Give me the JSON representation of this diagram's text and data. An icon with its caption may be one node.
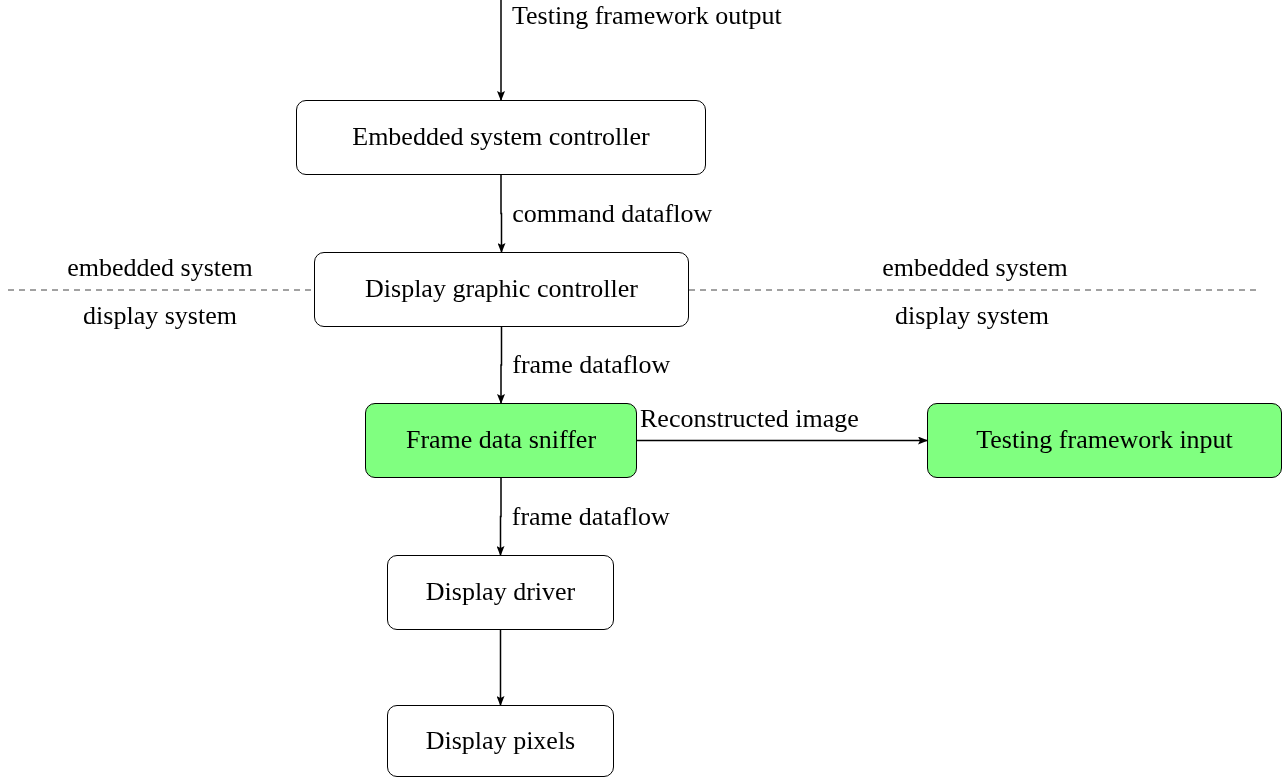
{
  "diagram": {
    "nodes": [
      {
        "text": [
          "Embedded system controller"
        ]
      },
      {
        "text": [
          "Display graphic controller"
        ]
      },
      {
        "text": [
          "Frame data sniffer"
        ]
      },
      {
        "text": [
          "Testing framework input"
        ]
      },
      {
        "text": [
          "Display driver"
        ]
      },
      {
        "text": [
          "Display pixels"
        ]
      }
    ],
    "edges": [
      {
        "from": null,
        "to": 0,
        "arrow": "to",
        "label": "Testing framework output"
      },
      {
        "from": 0,
        "to": 1,
        "arrow": "to",
        "label": "command dataflow"
      },
      {
        "from": 1,
        "to": 2,
        "arrow": "to",
        "label": "frame dataflow"
      },
      {
        "from": 2,
        "to": 3,
        "arrow": "to",
        "label": "Reconstructed image"
      },
      {
        "from": 2,
        "to": 4,
        "arrow": "to",
        "label": "frame dataflow"
      },
      {
        "from": 4,
        "to": 5,
        "arrow": "to"
      }
    ],
    "labels": [
      "embedded system",
      "display system",
      "embedded system",
      "display system"
    ]
  }
}
